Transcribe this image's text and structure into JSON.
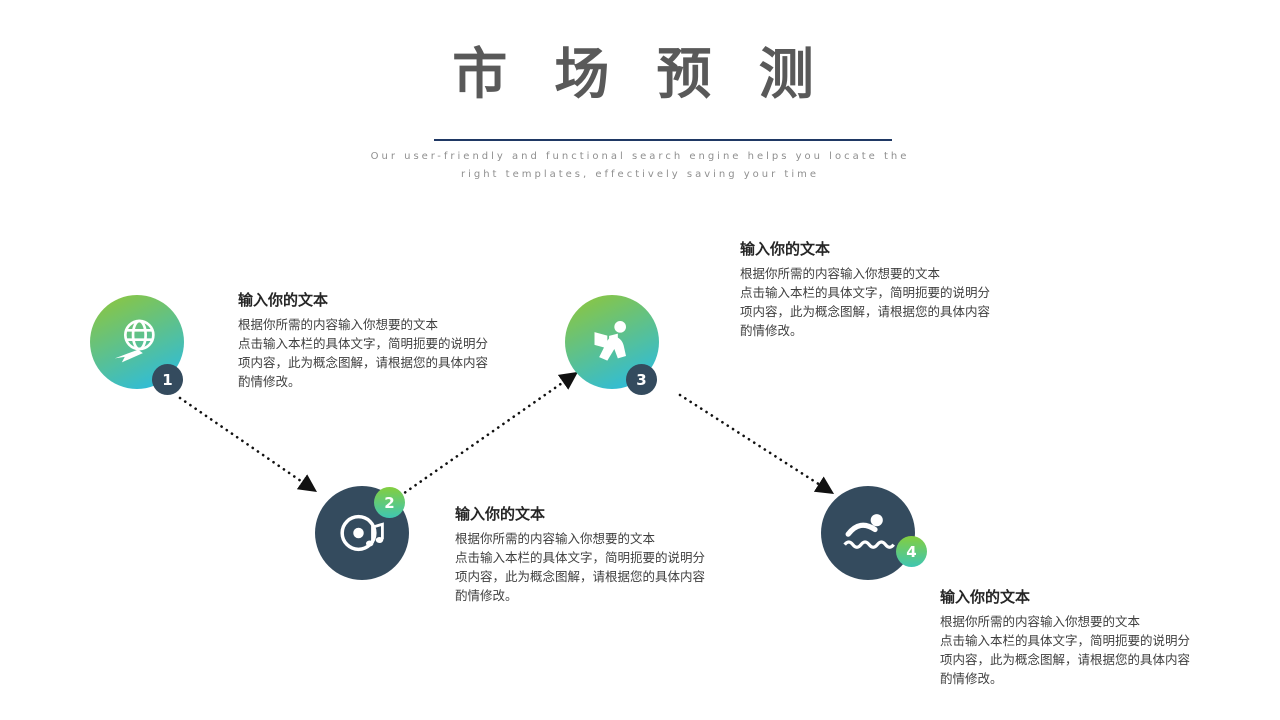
{
  "header": {
    "title": "市 场 预 测",
    "subtitle_line1": "Our user-friendly and functional search engine helps you locate the",
    "subtitle_line2": "right templates, effectively saving your time"
  },
  "steps": [
    {
      "number": "1",
      "icon": "globe-plane-icon",
      "heading": "输入你的文本",
      "body": "根据你所需的内容输入你想要的文本\n点击输入本栏的具体文字，简明扼要的说明分\n项内容，此为概念图解，请根据您的具体内容\n酌情修改。"
    },
    {
      "number": "2",
      "icon": "music-disc-icon",
      "heading": "输入你的文本",
      "body": "根据你所需的内容输入你想要的文本\n点击输入本栏的具体文字，简明扼要的说明分\n项内容，此为概念图解，请根据您的具体内容\n酌情修改。"
    },
    {
      "number": "3",
      "icon": "reading-person-icon",
      "heading": "输入你的文本",
      "body": "根据你所需的内容输入你想要的文本\n点击输入本栏的具体文字，简明扼要的说明分\n项内容，此为概念图解，请根据您的具体内容\n酌情修改。"
    },
    {
      "number": "4",
      "icon": "swimmer-icon",
      "heading": "输入你的文本",
      "body": "根据你所需的内容输入你想要的文本\n点击输入本栏的具体文字，简明扼要的说明分\n项内容，此为概念图解，请根据您的具体内容\n酌情修改。"
    }
  ],
  "colors": {
    "title_gray": "#595959",
    "underline_navy": "#1F3864",
    "dark_circle": "#344B5E",
    "gradient_green": "#8CC63F",
    "gradient_cyan": "#2FBCD9",
    "badge_green_start": "#83CE3F",
    "badge_green_end": "#3FC6B2",
    "arrow_black": "#111111"
  }
}
